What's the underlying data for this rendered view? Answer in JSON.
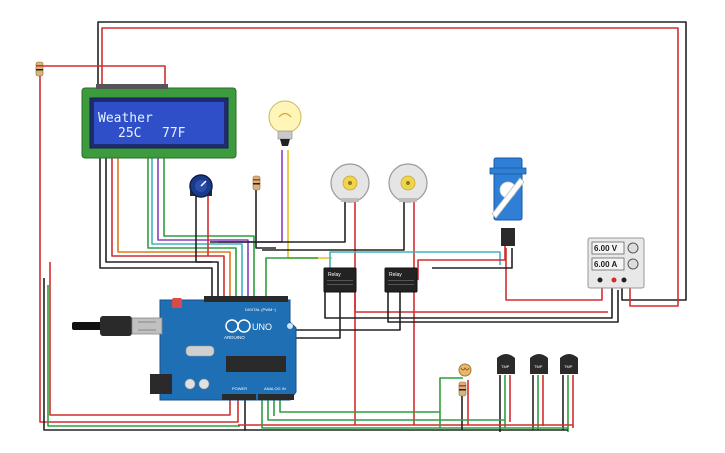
{
  "lcd": {
    "line1": "Weather",
    "line2_temp_c": "25C",
    "line2_temp_f": "77F"
  },
  "arduino": {
    "logo_text": "UNO",
    "brand_text": "ARDUINO",
    "digital_label": "DIGITAL (PWM~)",
    "power_label": "POWER",
    "analog_label": "ANALOG IN"
  },
  "power_supply": {
    "voltage_readout": "6.00 V",
    "current_readout": "6.00 A"
  },
  "relay_left": {
    "label": "Relay"
  },
  "relay_right": {
    "label": "Relay"
  },
  "sensors": [
    {
      "label": "TMP"
    },
    {
      "label": "TMP"
    },
    {
      "label": "TMP"
    }
  ],
  "colors": {
    "wire_red": "#d42d2d",
    "wire_black": "#222222",
    "wire_green": "#2e9e3e",
    "wire_purple": "#8a3ec0",
    "wire_yellow": "#e0c21a",
    "wire_cyan": "#3fb3c0",
    "wire_orange": "#e07a1a",
    "board_blue": "#1f6fb5",
    "lcd_green": "#3c9b3c",
    "lcd_screen": "#2f4fc8"
  }
}
